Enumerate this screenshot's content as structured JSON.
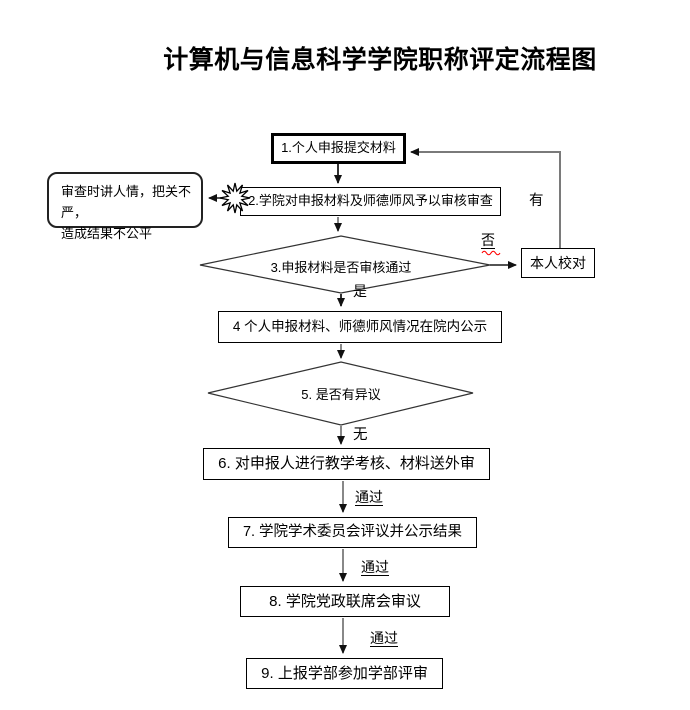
{
  "title": "计算机与信息科学学院职称评定流程图",
  "boxes": {
    "step1": "1.个人申报提交材料",
    "step2": "2.学院对申报材料及师德师风予以审核审查",
    "step4": "4 个人申报材料、师德师风情况在院内公示",
    "step6": "6. 对申报人进行教学考核、材料送外审",
    "step7": "7. 学院学术委员会评议并公示结果",
    "step8": "8. 学院党政联席会审议",
    "step9": "9. 上报学部参加学部评审",
    "self_check": "本人校对"
  },
  "decisions": {
    "d3": "3.申报材料是否审核通过",
    "d5": "5. 是否有异议"
  },
  "note": {
    "line1": "审查时讲人情，把关不严，",
    "line2": "造成结果不公平"
  },
  "labels": {
    "yes": "是",
    "no": "否",
    "have": "有",
    "none": "无",
    "pass": "通过"
  },
  "colors": {
    "line_black": "#1a1a1a",
    "line_gray": "#7a7a7a",
    "squiggle_red": "#ff0000",
    "background": "#ffffff"
  }
}
